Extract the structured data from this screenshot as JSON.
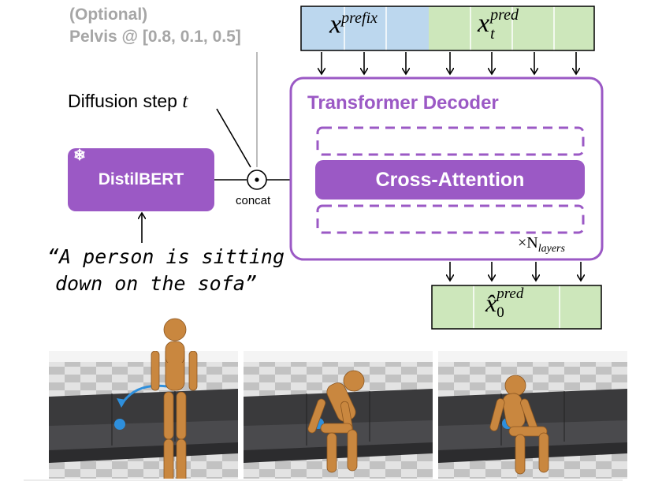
{
  "optional_note": {
    "line1": "(Optional)",
    "line2": "Pelvis @ [0.8, 0.1, 0.5]"
  },
  "diffusion_label": {
    "text": "Diffusion step",
    "var": "t"
  },
  "text_encoder": {
    "label": "DistilBERT",
    "frozen_icon": "snowflake-icon"
  },
  "concat_label": "concat",
  "prompt_text": {
    "line1": "“A person is sitting",
    "line2": "down on the sofa”"
  },
  "input_tokens": {
    "prefix_base": "x",
    "prefix_sup": "prefix",
    "pred_base": "x",
    "pred_sup": "pred",
    "pred_sub": "t"
  },
  "decoder": {
    "title": "Transformer Decoder",
    "cross_attention": "Cross-Attention",
    "layers_prefix": "×N",
    "layers_sub": "layers"
  },
  "output_token": {
    "base": "x̂",
    "sup": "pred",
    "sub": "0"
  },
  "colors": {
    "purple": "#9b59c5",
    "blue": "#bcd7ee",
    "green": "#cde7bb",
    "figure": "#c9873f",
    "sofa": "#3a3a3c",
    "ball": "#2e8fdc"
  },
  "frames": [
    "frame-standing",
    "frame-sitting-down",
    "frame-seated"
  ]
}
